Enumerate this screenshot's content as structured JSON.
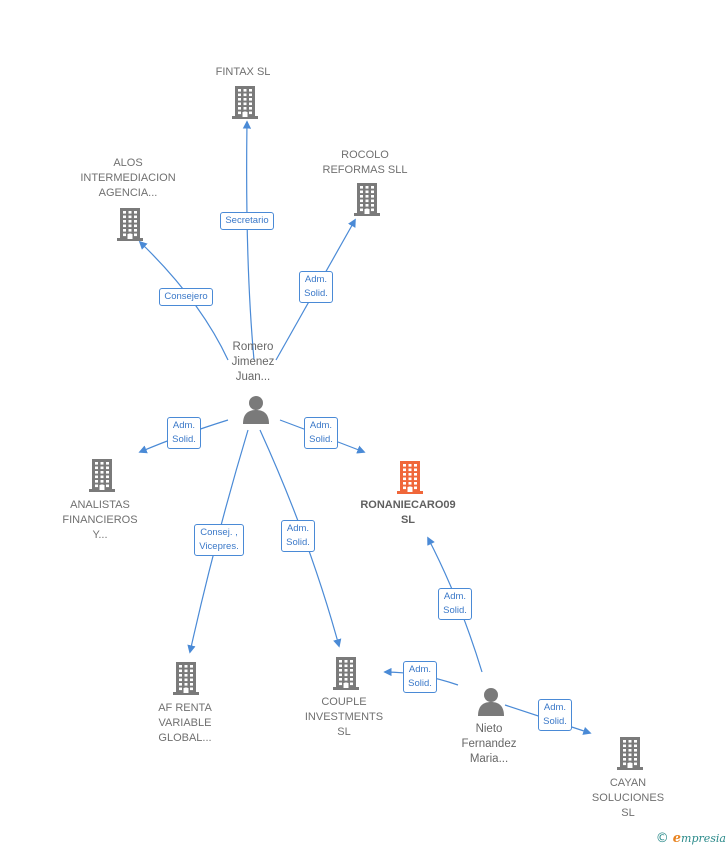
{
  "nodes": [
    {
      "id": "fintax",
      "type": "company",
      "label": [
        "FINTAX SL"
      ]
    },
    {
      "id": "alos",
      "type": "company",
      "label": [
        "ALOS",
        "INTERMEDIACION",
        "AGENCIA..."
      ]
    },
    {
      "id": "rocolo",
      "type": "company",
      "label": [
        "ROCOLO",
        "REFORMAS  SLL"
      ]
    },
    {
      "id": "romero",
      "type": "person",
      "label": [
        "Romero",
        "Jimenez",
        "Juan..."
      ]
    },
    {
      "id": "analistas",
      "type": "company",
      "label": [
        "ANALISTAS",
        "FINANCIEROS",
        "Y..."
      ]
    },
    {
      "id": "ronaniecaro",
      "type": "company-highlight",
      "label": [
        "RONANIECARO09",
        "SL"
      ]
    },
    {
      "id": "afrenta",
      "type": "company",
      "label": [
        "AF RENTA",
        "VARIABLE",
        "GLOBAL..."
      ]
    },
    {
      "id": "couple",
      "type": "company",
      "label": [
        "COUPLE",
        "INVESTMENTS",
        "SL"
      ]
    },
    {
      "id": "nieto",
      "type": "person",
      "label": [
        "Nieto",
        "Fernandez",
        "Maria..."
      ]
    },
    {
      "id": "cayan",
      "type": "company",
      "label": [
        "CAYAN",
        "SOLUCIONES",
        "SL"
      ]
    }
  ],
  "edges": [
    {
      "from": "romero",
      "to": "fintax",
      "label": [
        "Secretario"
      ]
    },
    {
      "from": "romero",
      "to": "alos",
      "label": [
        "Consejero"
      ]
    },
    {
      "from": "romero",
      "to": "rocolo",
      "label": [
        "Adm.",
        "Solid."
      ]
    },
    {
      "from": "romero",
      "to": "analistas",
      "label": [
        "Adm.",
        "Solid."
      ]
    },
    {
      "from": "romero",
      "to": "ronaniecaro",
      "label": [
        "Adm.",
        "Solid."
      ]
    },
    {
      "from": "romero",
      "to": "afrenta",
      "label": [
        "Consej. ,",
        "Vicepres."
      ]
    },
    {
      "from": "romero",
      "to": "couple",
      "label": [
        "Adm.",
        "Solid."
      ]
    },
    {
      "from": "nieto",
      "to": "ronaniecaro",
      "label": [
        "Adm.",
        "Solid."
      ]
    },
    {
      "from": "nieto",
      "to": "couple",
      "label": [
        "Adm.",
        "Solid."
      ]
    },
    {
      "from": "nieto",
      "to": "cayan",
      "label": [
        "Adm.",
        "Solid."
      ]
    }
  ],
  "colors": {
    "company": "#7a7a7a",
    "company_highlight": "#f0673a",
    "person": "#7a7a7a",
    "edge": "#4a8ad6"
  },
  "footer": {
    "copyright": "©",
    "brand_initial": "e",
    "brand_rest": "mpresia"
  }
}
